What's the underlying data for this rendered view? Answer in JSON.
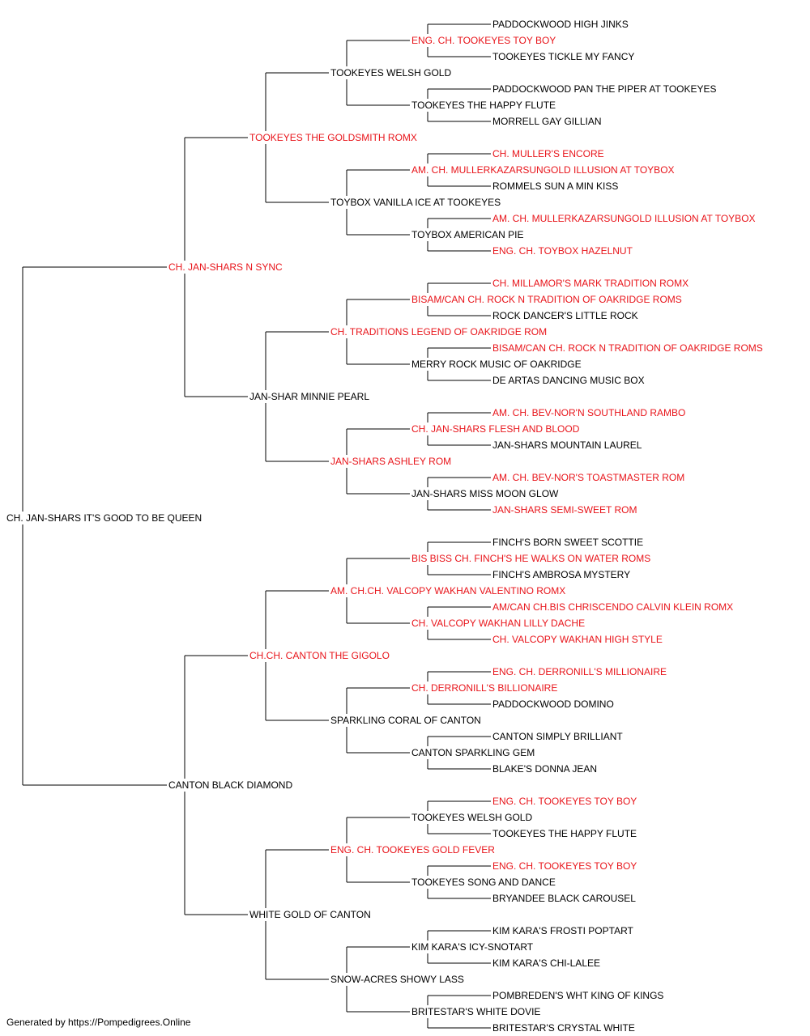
{
  "colors": {
    "champion": "#e8141a",
    "normal": "#000000",
    "line": "#000000"
  },
  "footer": "Generated by https://Pompedigrees.Online",
  "pedigree": {
    "name": "CH. JAN-SHARS IT'S GOOD TO BE QUEEN",
    "champion": false,
    "sire": {
      "name": "CH. JAN-SHARS N SYNC",
      "champion": true,
      "sire": {
        "name": "TOOKEYES THE GOLDSMITH ROMX",
        "champion": true,
        "sire": {
          "name": "TOOKEYES WELSH GOLD",
          "champion": false,
          "sire": {
            "name": "ENG. CH. TOOKEYES TOY BOY",
            "champion": true,
            "sire": {
              "name": "PADDOCKWOOD HIGH JINKS",
              "champion": false
            },
            "dam": {
              "name": "TOOKEYES TICKLE MY FANCY",
              "champion": false
            }
          },
          "dam": {
            "name": "TOOKEYES THE HAPPY FLUTE",
            "champion": false,
            "sire": {
              "name": "PADDOCKWOOD PAN THE PIPER AT TOOKEYES",
              "champion": false
            },
            "dam": {
              "name": "MORRELL GAY GILLIAN",
              "champion": false
            }
          }
        },
        "dam": {
          "name": "TOYBOX VANILLA ICE AT TOOKEYES",
          "champion": false,
          "sire": {
            "name": "AM. CH. MULLERKAZARSUNGOLD ILLUSION AT TOYBOX",
            "champion": true,
            "sire": {
              "name": "CH. MULLER'S ENCORE",
              "champion": true
            },
            "dam": {
              "name": "ROMMELS SUN A MIN KISS",
              "champion": false
            }
          },
          "dam": {
            "name": "TOYBOX AMERICAN PIE",
            "champion": false,
            "sire": {
              "name": "AM. CH. MULLERKAZARSUNGOLD ILLUSION AT TOYBOX",
              "champion": true
            },
            "dam": {
              "name": "ENG. CH. TOYBOX HAZELNUT",
              "champion": true
            }
          }
        }
      },
      "dam": {
        "name": "JAN-SHAR MINNIE PEARL",
        "champion": false,
        "sire": {
          "name": "CH. TRADITIONS LEGEND OF OAKRIDGE ROM",
          "champion": true,
          "sire": {
            "name": "BISAM/CAN CH. ROCK N TRADITION OF OAKRIDGE ROMS",
            "champion": true,
            "sire": {
              "name": "CH. MILLAMOR'S MARK TRADITION ROMX",
              "champion": true
            },
            "dam": {
              "name": "ROCK DANCER'S LITTLE ROCK",
              "champion": false
            }
          },
          "dam": {
            "name": "MERRY ROCK MUSIC OF OAKRIDGE",
            "champion": false,
            "sire": {
              "name": "BISAM/CAN CH. ROCK N TRADITION OF OAKRIDGE ROMS",
              "champion": true
            },
            "dam": {
              "name": "DE ARTAS DANCING MUSIC BOX",
              "champion": false
            }
          }
        },
        "dam": {
          "name": "JAN-SHARS ASHLEY ROM",
          "champion": true,
          "sire": {
            "name": "CH. JAN-SHARS FLESH AND BLOOD",
            "champion": true,
            "sire": {
              "name": "AM. CH. BEV-NOR'N SOUTHLAND RAMBO",
              "champion": true
            },
            "dam": {
              "name": "JAN-SHARS MOUNTAIN LAUREL",
              "champion": false
            }
          },
          "dam": {
            "name": "JAN-SHARS MISS MOON GLOW",
            "champion": false,
            "sire": {
              "name": "AM. CH. BEV-NOR'S TOASTMASTER ROM",
              "champion": true
            },
            "dam": {
              "name": "JAN-SHARS SEMI-SWEET ROM",
              "champion": true
            }
          }
        }
      }
    },
    "dam": {
      "name": "CANTON BLACK DIAMOND",
      "champion": false,
      "sire": {
        "name": "CH.CH. CANTON THE GIGOLO",
        "champion": true,
        "sire": {
          "name": "AM. CH.CH. VALCOPY WAKHAN VALENTINO ROMX",
          "champion": true,
          "sire": {
            "name": "BIS BISS CH. FINCH'S HE WALKS ON WATER ROMS",
            "champion": true,
            "sire": {
              "name": "FINCH'S BORN SWEET SCOTTIE",
              "champion": false
            },
            "dam": {
              "name": "FINCH'S AMBROSA MYSTERY",
              "champion": false
            }
          },
          "dam": {
            "name": "CH. VALCOPY WAKHAN LILLY DACHE",
            "champion": true,
            "sire": {
              "name": "AM/CAN CH.BIS CHRISCENDO CALVIN KLEIN ROMX",
              "champion": true
            },
            "dam": {
              "name": "CH. VALCOPY WAKHAN HIGH STYLE",
              "champion": true
            }
          }
        },
        "dam": {
          "name": "SPARKLING CORAL OF CANTON",
          "champion": false,
          "sire": {
            "name": "CH. DERRONILL'S BILLIONAIRE",
            "champion": true,
            "sire": {
              "name": "ENG. CH. DERRONILL'S MILLIONAIRE",
              "champion": true
            },
            "dam": {
              "name": "PADDOCKWOOD DOMINO",
              "champion": false
            }
          },
          "dam": {
            "name": "CANTON SPARKLING GEM",
            "champion": false,
            "sire": {
              "name": "CANTON SIMPLY BRILLIANT",
              "champion": false
            },
            "dam": {
              "name": "BLAKE'S DONNA JEAN",
              "champion": false
            }
          }
        }
      },
      "dam": {
        "name": "WHITE GOLD OF CANTON",
        "champion": false,
        "sire": {
          "name": "ENG. CH. TOOKEYES GOLD FEVER",
          "champion": true,
          "sire": {
            "name": "TOOKEYES WELSH GOLD",
            "champion": false,
            "sire": {
              "name": "ENG. CH. TOOKEYES TOY BOY",
              "champion": true
            },
            "dam": {
              "name": "TOOKEYES THE HAPPY FLUTE",
              "champion": false
            }
          },
          "dam": {
            "name": "TOOKEYES SONG AND DANCE",
            "champion": false,
            "sire": {
              "name": "ENG. CH. TOOKEYES TOY BOY",
              "champion": true
            },
            "dam": {
              "name": "BRYANDEE BLACK CAROUSEL",
              "champion": false
            }
          }
        },
        "dam": {
          "name": "SNOW-ACRES SHOWY LASS",
          "champion": false,
          "sire": {
            "name": "KIM KARA'S ICY-SNOTART",
            "champion": false,
            "sire": {
              "name": "KIM KARA'S FROSTI POPTART",
              "champion": false
            },
            "dam": {
              "name": "KIM KARA'S CHI-LALEE",
              "champion": false
            }
          },
          "dam": {
            "name": "BRITESTAR'S WHITE DOVIE",
            "champion": false,
            "sire": {
              "name": "POMBREDEN'S WHT KING OF KINGS",
              "champion": false
            },
            "dam": {
              "name": "BRITESTAR'S CRYSTAL WHITE",
              "champion": false
            }
          }
        }
      }
    }
  }
}
